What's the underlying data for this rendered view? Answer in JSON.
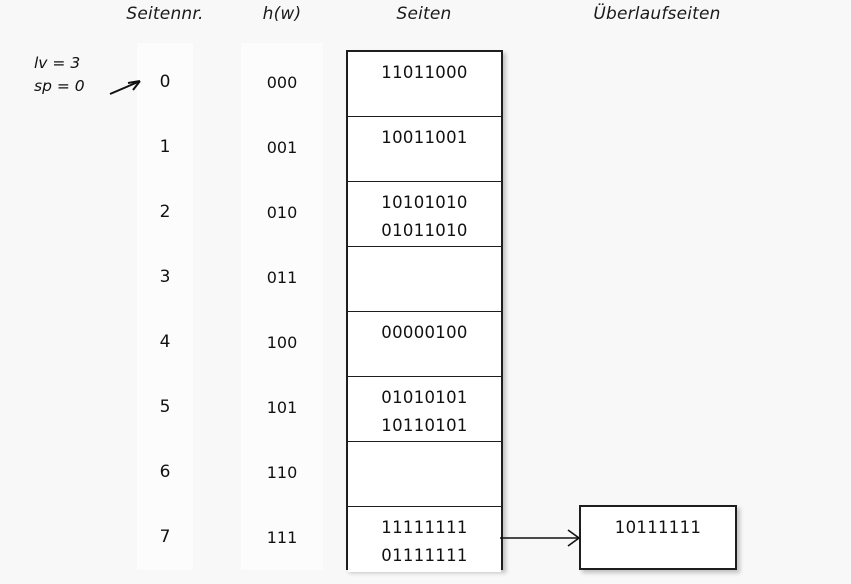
{
  "headers": {
    "seitennr": "Seitennr.",
    "hw": "h(w)",
    "seiten": "Seiten",
    "ueberlaufseiten": "Überlaufseiten"
  },
  "annotation": {
    "lv": "lv = 3",
    "sp": "sp = 0"
  },
  "rows": [
    {
      "nr": "0",
      "hash": "000",
      "records": [
        "11011000"
      ]
    },
    {
      "nr": "1",
      "hash": "001",
      "records": [
        "10011001"
      ]
    },
    {
      "nr": "2",
      "hash": "010",
      "records": [
        "10101010",
        "01011010"
      ]
    },
    {
      "nr": "3",
      "hash": "011",
      "records": []
    },
    {
      "nr": "4",
      "hash": "100",
      "records": [
        "00000100"
      ]
    },
    {
      "nr": "5",
      "hash": "101",
      "records": [
        "01010101",
        "10110101"
      ]
    },
    {
      "nr": "6",
      "hash": "110",
      "records": []
    },
    {
      "nr": "7",
      "hash": "111",
      "records": [
        "11111111",
        "01111111"
      ]
    }
  ],
  "overflow": {
    "record": "10111111",
    "from_row": "7"
  },
  "colors": {
    "background": "#f8f8f8",
    "band": "#fcfcfc",
    "border": "#1e1e1e",
    "text": "#111111",
    "cell_fill": "#ffffff"
  }
}
